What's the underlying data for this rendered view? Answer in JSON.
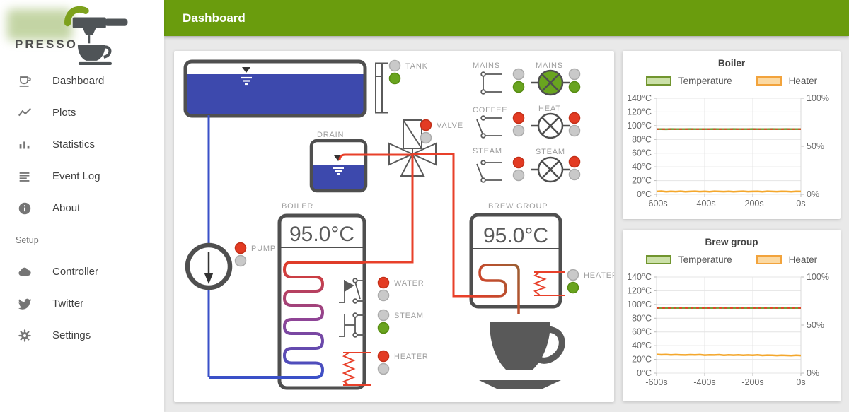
{
  "sidebar": {
    "logo_text": "PRESSO",
    "items": [
      {
        "label": "Dashboard",
        "icon": "coffee-cup"
      },
      {
        "label": "Plots",
        "icon": "line-chart"
      },
      {
        "label": "Statistics",
        "icon": "bar-chart"
      },
      {
        "label": "Event Log",
        "icon": "list-lines"
      },
      {
        "label": "About",
        "icon": "info-circle"
      }
    ],
    "setup": {
      "label": "Setup",
      "items": [
        {
          "label": "Controller",
          "icon": "cloud"
        },
        {
          "label": "Twitter",
          "icon": "twitter-bird"
        },
        {
          "label": "Settings",
          "icon": "gear"
        }
      ]
    }
  },
  "header": {
    "title": "Dashboard",
    "accent_color": "#6a9c0d"
  },
  "diagram": {
    "led_colors": {
      "red": {
        "fill": "#e33b23",
        "stroke": "#c22f18"
      },
      "green": {
        "fill": "#69a41f",
        "stroke": "#578c12"
      },
      "gray": {
        "fill": "#c9c9c9",
        "stroke": "#ababab"
      },
      "lamp-green": {
        "fill": "#69a41f",
        "stroke": "#4f4f4f"
      },
      "lamp-white": {
        "fill": "#ffffff",
        "stroke": "#4f4f4f"
      }
    },
    "colors": {
      "tank_blue": "#3d49ad",
      "pipe_blue": "#3a50c8",
      "pipe_red": "#e8402a",
      "outline_gray": "#4f4f4f",
      "cup_gray": "#595959",
      "coffee_brown": "#9c5f33"
    },
    "tank": {
      "label": "TANK",
      "leds": [
        "gray",
        "green"
      ]
    },
    "drain": {
      "label": "DRAIN"
    },
    "valve": {
      "label": "VALVE",
      "leds": [
        "red",
        "gray"
      ]
    },
    "pump": {
      "label": "PUMP",
      "leds": [
        "red",
        "gray"
      ]
    },
    "boiler": {
      "label": "BOILER",
      "temperature": "95.0°C",
      "water": {
        "label": "WATER",
        "state": "open",
        "leds": [
          "red",
          "gray"
        ]
      },
      "steam": {
        "label": "STEAM",
        "state": "closed",
        "leds": [
          "gray",
          "green"
        ]
      },
      "heater": {
        "label": "HEATER",
        "leds": [
          "red",
          "gray"
        ]
      }
    },
    "brew_group": {
      "label": "BREW GROUP",
      "temperature": "95.0°C",
      "heater": {
        "label": "HEATER",
        "leds": [
          "gray",
          "green"
        ]
      }
    },
    "panel": {
      "switches": [
        {
          "label": "MAINS",
          "state": "closed",
          "leds": [
            "gray",
            "green"
          ]
        },
        {
          "label": "COFFEE",
          "state": "open",
          "leds": [
            "red",
            "gray"
          ]
        },
        {
          "label": "STEAM",
          "state": "open",
          "leds": [
            "red",
            "gray"
          ]
        }
      ],
      "lamps": [
        {
          "label": "MAINS",
          "state": "lamp-green",
          "leds": [
            "gray",
            "green"
          ]
        },
        {
          "label": "HEAT",
          "state": "lamp-white",
          "leds": [
            "red",
            "gray"
          ]
        },
        {
          "label": "STEAM",
          "state": "lamp-white",
          "leds": [
            "red",
            "gray"
          ]
        }
      ]
    }
  },
  "chart_data": [
    {
      "type": "line",
      "title": "Boiler",
      "legend": [
        {
          "label": "Temperature",
          "fill": "#cbe0a8",
          "border": "#71952f"
        },
        {
          "label": "Heater",
          "fill": "#fbd9a2",
          "border": "#f2a33c"
        }
      ],
      "x_ticks": [
        "-600s",
        "-400s",
        "-200s",
        "0s"
      ],
      "x_range": [
        -600,
        0
      ],
      "y_left": {
        "ticks": [
          "0°C",
          "20°C",
          "40°C",
          "60°C",
          "80°C",
          "100°C",
          "120°C",
          "140°C"
        ],
        "range": [
          0,
          140
        ]
      },
      "y_right": {
        "ticks": [
          "0%",
          "50%",
          "100%"
        ],
        "range": [
          0,
          100
        ]
      },
      "series": [
        {
          "name": "temperature",
          "axis": "left",
          "color": "#7a9c3a",
          "width": 2.5,
          "dash": null,
          "values": [
            95,
            95,
            94.8,
            95.1,
            95,
            94.9,
            95,
            95.1,
            94.9,
            95,
            95,
            94.9,
            95.1,
            95,
            94.9,
            95,
            95.1,
            95,
            94.9,
            95,
            95.1,
            94.9,
            95,
            95,
            95.1,
            94.9,
            95,
            95.1,
            95,
            94.9,
            95
          ]
        },
        {
          "name": "setpoint",
          "axis": "left",
          "color": "#e8402a",
          "width": 2,
          "dash": "4 4",
          "values": [
            95,
            95
          ]
        },
        {
          "name": "heater",
          "axis": "right",
          "color": "#f4a72c",
          "width": 2.5,
          "dash": null,
          "values": [
            3,
            3.3,
            2.8,
            3.1,
            2.9,
            3.2,
            2.8,
            3,
            3.2,
            2.9,
            3.1,
            2.8,
            3.2,
            3,
            2.9,
            3.1,
            2.8,
            3,
            3.2,
            2.9,
            3,
            3.1,
            2.8,
            3.2,
            3,
            2.9,
            3.1,
            3,
            2.8,
            3.1,
            3
          ]
        }
      ]
    },
    {
      "type": "line",
      "title": "Brew group",
      "legend": [
        {
          "label": "Temperature",
          "fill": "#cbe0a8",
          "border": "#71952f"
        },
        {
          "label": "Heater",
          "fill": "#fbd9a2",
          "border": "#f2a33c"
        }
      ],
      "x_ticks": [
        "-600s",
        "-400s",
        "-200s",
        "0s"
      ],
      "x_range": [
        -600,
        0
      ],
      "y_left": {
        "ticks": [
          "0°C",
          "20°C",
          "40°C",
          "60°C",
          "80°C",
          "100°C",
          "120°C",
          "140°C"
        ],
        "range": [
          0,
          140
        ]
      },
      "y_right": {
        "ticks": [
          "0%",
          "50%",
          "100%"
        ],
        "range": [
          0,
          100
        ]
      },
      "series": [
        {
          "name": "temperature",
          "axis": "left",
          "color": "#7a9c3a",
          "width": 2.5,
          "dash": null,
          "values": [
            95,
            94.9,
            95.1,
            95,
            94.9,
            95,
            95.1,
            95,
            94.9,
            95.1,
            95,
            94.9,
            95,
            95.1,
            94.9,
            95,
            95,
            95.1,
            94.9,
            95,
            95.1,
            95,
            94.9,
            95,
            95.1,
            94.9,
            95,
            95,
            95.1,
            94.9,
            95
          ]
        },
        {
          "name": "setpoint",
          "axis": "left",
          "color": "#e8402a",
          "width": 2,
          "dash": "4 4",
          "values": [
            95,
            95
          ]
        },
        {
          "name": "heater",
          "axis": "right",
          "color": "#f4a72c",
          "width": 2.5,
          "dash": null,
          "values": [
            19.4,
            19.1,
            19.3,
            18.9,
            19.2,
            19,
            18.8,
            19.1,
            18.9,
            19.2,
            18.7,
            19,
            18.8,
            19.1,
            18.6,
            18.9,
            18.7,
            19,
            18.5,
            18.8,
            18.6,
            18.9,
            18.4,
            18.7,
            18.5,
            18.3,
            18.6,
            18.4,
            18.2,
            18.5,
            18.3
          ]
        }
      ]
    }
  ]
}
